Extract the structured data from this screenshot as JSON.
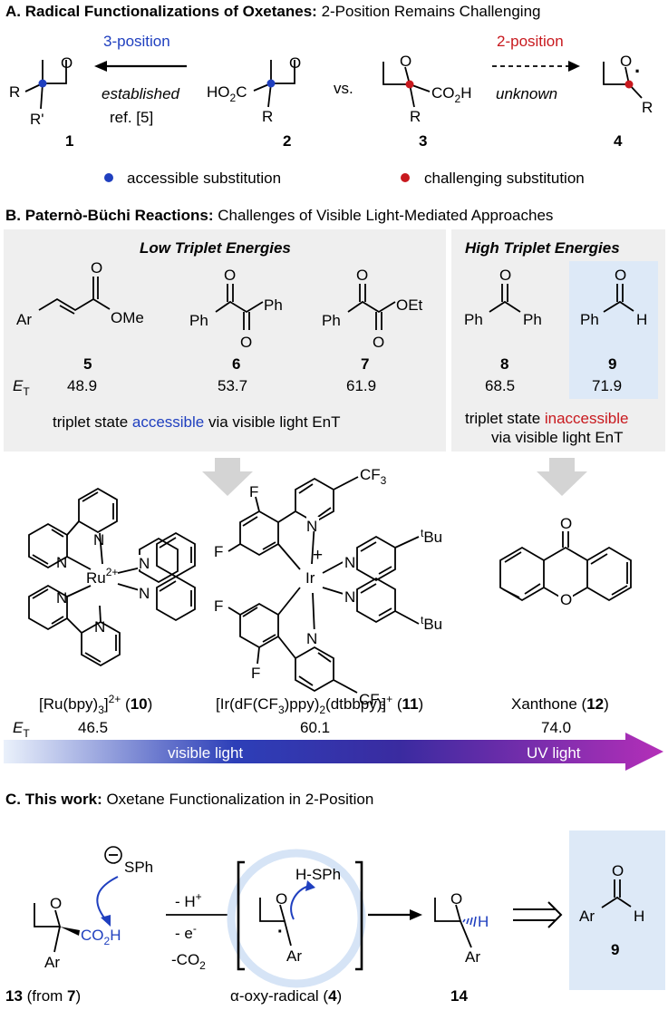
{
  "colors": {
    "blue": "#1f3fbf",
    "red": "#c8191e",
    "panel_grey": "#eeeeee",
    "panel_blue": "#dde9f7",
    "arrow_grey": "#d0d0d0",
    "gradient_start": "#e8f0fb",
    "gradient_mid": "#2a2a9c",
    "gradient_end": "#b02ab8"
  },
  "section_a": {
    "title_bold": "A. Radical Functionalizations of Oxetanes:",
    "title_rest": " 2-Position Remains Challenging",
    "pos3_label": "3-position",
    "pos2_label": "2-position",
    "established": "established",
    "ref": "ref. [5]",
    "unknown": "unknown",
    "vs": "vs.",
    "c1": "1",
    "c2": "2",
    "c3": "3",
    "c4": "4",
    "legend_accessible": "accessible substitution",
    "legend_challenging": "challenging substitution",
    "atoms": {
      "O": "O",
      "R": "R",
      "Rp": "R'",
      "HO2C": "HO",
      "CO2H": "CO",
      "H": "H",
      "dot": "·"
    }
  },
  "section_b": {
    "title_bold": "B. Paternò-Büchi Reactions:",
    "title_rest": " Challenges of Visible Light-Mediated Approaches",
    "low_heading": "Low Triplet Energies",
    "high_heading": "High Triplet Energies",
    "et_label": "E",
    "et_sub": "T",
    "compounds": [
      {
        "id": "5",
        "et": "48.9"
      },
      {
        "id": "6",
        "et": "53.7"
      },
      {
        "id": "7",
        "et": "61.9"
      },
      {
        "id": "8",
        "et": "68.5"
      },
      {
        "id": "9",
        "et": "71.9"
      }
    ],
    "low_note_pre": "triplet state ",
    "low_note_word": "accessible",
    "low_note_post": " via visible light EnT",
    "high_note_pre": "triplet state ",
    "high_note_word": "inaccessible",
    "high_note_line2": "via visible light EnT",
    "catalysts": [
      {
        "label_pre": "[Ru(bpy)",
        "label_mid": "]",
        "sub": "3",
        "sup": "2+",
        "num": "10",
        "et": "46.5"
      },
      {
        "label": "[Ir(dF(CF",
        "num": "11",
        "et": "60.1"
      },
      {
        "label": "Xanthone (",
        "num": "12",
        "et": "74.0"
      }
    ],
    "bar_visible": "visible light",
    "bar_uv": "UV light",
    "atoms": {
      "Ar": "Ar",
      "OMe": "OMe",
      "Ph": "Ph",
      "OEt": "OEt",
      "O": "O",
      "H": "H",
      "Ru": "Ru",
      "Ru_charge": "2+",
      "Ir": "Ir",
      "plus": "+",
      "N": "N",
      "F": "F",
      "CF3": "CF",
      "tBu": "Bu",
      "t": "t"
    }
  },
  "section_c": {
    "title_bold": "C. This work:",
    "title_rest": " Oxetane Functionalization in 2-Position",
    "cond1": "- H",
    "cond2": "- e",
    "cond3": "-CO",
    "sph": "SPh",
    "hsph": "H-SPh",
    "c13": "13",
    "c13_from": " (from ",
    "c13_ref": "7",
    "radical_label": "α-oxy-radical (",
    "radical_num": "4",
    "c14": "14",
    "c9": "9",
    "atoms": {
      "O": "O",
      "Ar": "Ar",
      "H": "H",
      "CO2H": "CO",
      "minus": "−"
    }
  }
}
